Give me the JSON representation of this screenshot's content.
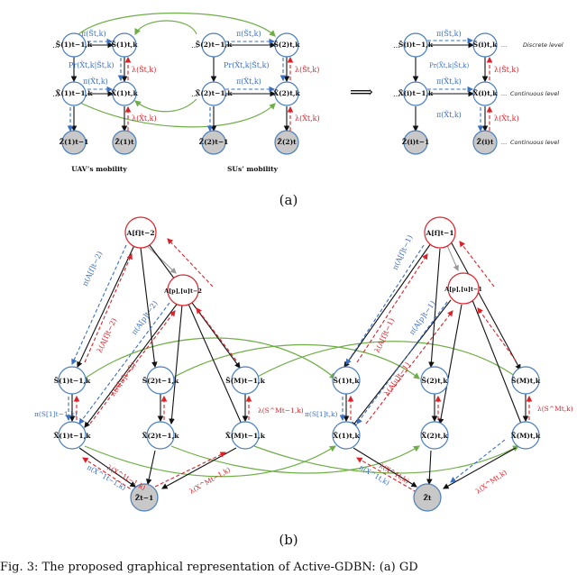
{
  "panel_a": {
    "s_prev1": "S̃(1)t−1,k",
    "s_cur1": "S̃(1)t,k",
    "s_prev2": "S̃(2)t−1,k",
    "s_cur2": "S̃(2)t,k",
    "x_prev1": "X̃(1)t−1,k",
    "x_cur1": "X̃(1)t,k",
    "x_prev2": "X̃(2)t−1,k",
    "x_cur2": "X̃(2)t,k",
    "z_prev1": "Z̃(1)t−1",
    "z_cur1": "Z̃(1)t",
    "z_prev2": "Z̃(2)t−1",
    "z_cur2": "Z̃(2)t",
    "pi_s": "π(S̃t,k)",
    "pr_x_given_s": "Pr(X̃t,k|S̃t,k)",
    "pi_x": "π(X̃t,k)",
    "lambda_s": "λ(S̃t,k)",
    "lambda_x": "λ(X̃t,k)",
    "uav_label": "UAV’s mobility",
    "sus_label": "SUs’ mobility",
    "implies": "⟹",
    "r_s_prev": "S̃(i)t−1,k",
    "r_s_cur": "S̃(i)t,k",
    "r_x_prev": "X̃(i)t−1,k",
    "r_x_cur": "X̃(i)t,k",
    "r_z_prev": "Z̃(i)t−1",
    "r_z_cur": "Z̃(i)t",
    "discrete_level": "Discrete level",
    "continuous_level_1": "Continuous level",
    "continuous_level_2": "Continuous level",
    "dots": "…",
    "caption": "(a)"
  },
  "panel_b": {
    "a_f_prev": "A[f]t−2",
    "a_pu_prev": "A[p],[u]t−2",
    "a_f_cur": "A[f]t−1",
    "a_pu_cur": "A[p],[u]t−1",
    "s1_prev": "S̃(1)t−1,k",
    "s2_prev": "S̃(2)t−1,k",
    "sM_prev": "S̃(M)t−1,k",
    "x1_prev": "X̃(1)t−1,k",
    "x2_prev": "X̃(2)t−1,k",
    "xM_prev": "X̃(M)t−1,k",
    "s1_cur": "S̃(1)t,k",
    "s2_cur": "S̃(2)t,k",
    "sM_cur": "S̃(M)t,k",
    "x1_cur": "X̃(1)t,k",
    "x2_cur": "X̃(2)t,k",
    "xM_cur": "X̃(M)t,k",
    "z_prev": "Z̃t−1",
    "z_cur": "Z̃t",
    "pi_a_f_prev": "π(A[f]t−2)",
    "pi_a_p_prev": "π(A[p]t−2)",
    "pi_a_f_cur": "π(A[f]t−1)",
    "pi_a_p_cur": "π(A[p]t−1)",
    "lam_a_f_prev": "λ(A[f]t−2)",
    "lam_a_u_prev": "λ(A[u]t−2)",
    "lam_a_f_cur": "λ(A[f]t−1)",
    "lam_a_u_cur": "λ(A[u]t−1)",
    "pi_s_prev": "π(S[1]t−1,k)",
    "pi_s_cur": "π(S[1]t,k)",
    "lam_s_prev": "λ(S^Mt−1,k)",
    "lam_s_cur": "λ(S^Mt,k)",
    "lam_x_prev": "λ(X^1t−1,k)",
    "pi_x_prev": "π(X^1t−1,k)",
    "lam_xM_prev": "λ(X^Mt−1,k)",
    "lam_x_cur": "λ(X^1t,k)",
    "pi_x_cur": "π(X^1t,k)",
    "lam_xM_cur": "λ(X^Mt,k)",
    "caption": "(b)"
  },
  "footer": "Fig. 3:   The proposed graphical representation of Active-GDBN: (a) GD"
}
